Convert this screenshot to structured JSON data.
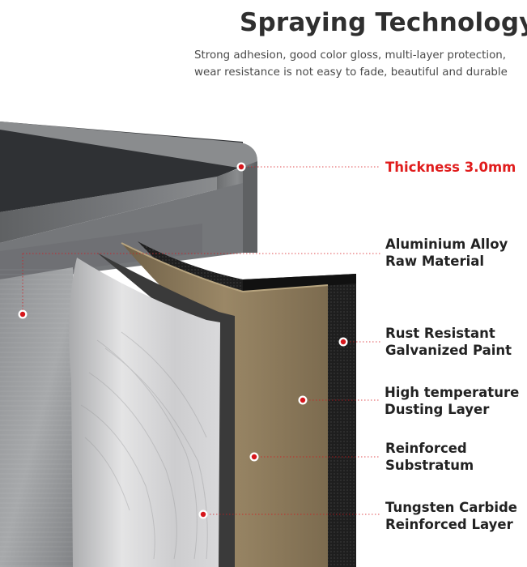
{
  "header": {
    "title": "Spraying Technology",
    "subtitle_lines": [
      "Strong adhesion, good color gloss, multi-layer protection,",
      "wear resistance is not easy to fade, beautiful and durable"
    ]
  },
  "callouts": [
    {
      "id": "thickness",
      "lines": [
        "Thickness 3.0mm"
      ],
      "highlight": true
    },
    {
      "id": "aluminium",
      "lines": [
        "Aluminium Alloy",
        "Raw Material"
      ]
    },
    {
      "id": "rust",
      "lines": [
        "Rust Resistant",
        "Galvanized Paint"
      ]
    },
    {
      "id": "dusting",
      "lines": [
        "High temperature",
        "Dusting Layer"
      ]
    },
    {
      "id": "substratum",
      "lines": [
        "Reinforced",
        "Substratum"
      ]
    },
    {
      "id": "tungsten",
      "lines": [
        "Tungsten Carbide",
        "Reinforced Layer"
      ]
    }
  ],
  "colors": {
    "title": "#2f2f2f",
    "accent_red": "#e01c1c",
    "marker": "#d6161c",
    "frame_grey": "#6f7173",
    "dark_interior": "#2e3033",
    "bronze_layer": "#8c7a5b",
    "black_layer": "#1c1c1c",
    "silver_layer": "#c9cacc"
  }
}
